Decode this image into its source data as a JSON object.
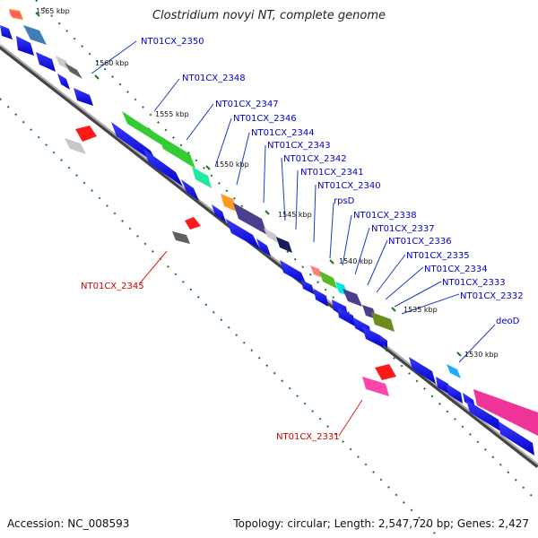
{
  "title": "Clostridium novyi NT, complete genome",
  "footer": {
    "accession": "Accession: NC_008593",
    "topology": "Topology: circular; Length: 2,547,720 bp; Genes: 2,427"
  },
  "colors": {
    "backbone": "#888888",
    "cds": "#0000ff",
    "forward_label": "#0000cc",
    "reverse_label": "#cc0000",
    "ruler_ticks": "#1a7a1a",
    "gc_dots": "#1a7a1a"
  },
  "kbp_ticks": [
    "1565 kbp",
    "1560 kbp",
    "1555 kbp",
    "1550 kbp",
    "1545 kbp",
    "1540 kbp",
    "1535 kbp",
    "1530 kbp"
  ],
  "forward_genes": [
    "NT01CX_2350",
    "NT01CX_2348",
    "NT01CX_2347",
    "NT01CX_2346",
    "NT01CX_2344",
    "NT01CX_2343",
    "NT01CX_2342",
    "NT01CX_2341",
    "NT01CX_2340",
    "rpsD",
    "NT01CX_2338",
    "NT01CX_2337",
    "NT01CX_2336",
    "NT01CX_2335",
    "NT01CX_2334",
    "NT01CX_2333",
    "NT01CX_2332",
    "deoD"
  ],
  "reverse_genes": [
    "NT01CX_2345",
    "NT01CX_2331"
  ]
}
